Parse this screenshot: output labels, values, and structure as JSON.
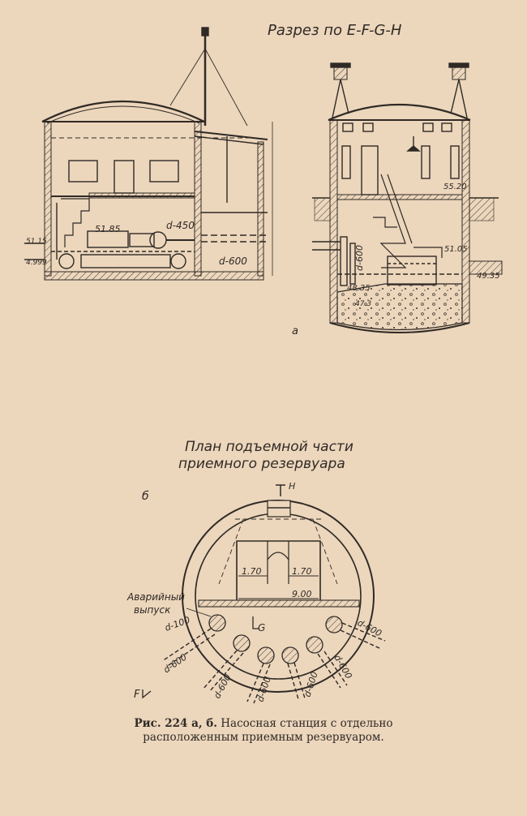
{
  "section_title": "Разрез по E-F-G-H",
  "part_a_label": "а",
  "part_b_label": "б",
  "plan_title_line1": "План подъемной части",
  "plan_title_line2": "приемного резервуара",
  "left_section": {
    "elev_5185": "51.85",
    "pipe_d450": "d-450",
    "pipe_d600": "d-600",
    "elev_5115": "51.15",
    "elev_4999": "4.999"
  },
  "right_section": {
    "elev_5520": "55.20",
    "elev_5105": "51.05",
    "elev_4935_out": "49.35",
    "elev_4835": "48.35",
    "elev_473": "47.3",
    "pipe_d600": "d-600"
  },
  "plan": {
    "mark_h": "H",
    "mark_g": "G",
    "mark_f": "F",
    "dim_170_left": "1.70",
    "dim_170_right": "1.70",
    "dim_900": "9.00",
    "emergency_line1": "Аварийный",
    "emergency_line2": "выпуск",
    "pipe_d100": "d-100",
    "pipe_d600_w": "d-600",
    "pipe_d600_1": "d-600",
    "pipe_d600_2": "d-600",
    "pipe_d600_3": "d-600",
    "pipe_d600_e1": "d-600",
    "pipe_d600_e2": "d-600"
  },
  "caption": {
    "figure": "Рис. 224 а, б.",
    "line1_rest": " Насосная станция с отдельно",
    "line2": "расположенным приемным резервуаром."
  }
}
